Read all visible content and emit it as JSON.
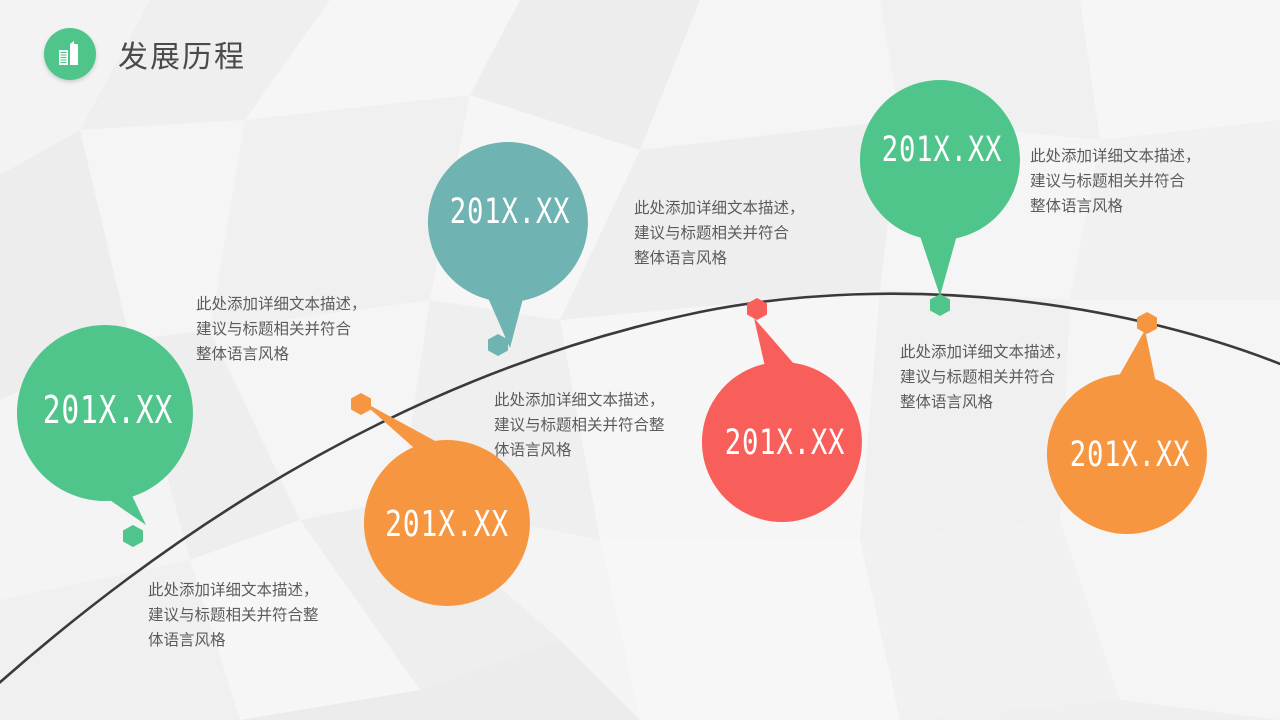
{
  "header": {
    "title": "发展历程",
    "icon": "building-chart-icon",
    "icon_bg": "#4fc58b"
  },
  "colors": {
    "green": "#4fc58b",
    "teal": "#6fb3b2",
    "red": "#f95f5a",
    "orange": "#f79640",
    "curve": "#3a3a3a",
    "text": "#5b5b5b",
    "background": "#f4f4f4"
  },
  "timeline": {
    "milestones": [
      {
        "id": "milestone-1",
        "label": "201X.XX",
        "color": "#4fc58b",
        "desc": "此处添加详细文本描述，\n建议与标题相关并符合\n整体语言风格"
      },
      {
        "id": "milestone-2",
        "label": "201X.XX",
        "color": "#f79640",
        "desc": "此处添加详细文本描述，\n建议与标题相关并符合整\n体语言风格"
      },
      {
        "id": "milestone-3",
        "label": "201X.XX",
        "color": "#6fb3b2",
        "desc": "此处添加详细文本描述，\n建议与标题相关并符合整\n体语言风格"
      },
      {
        "id": "milestone-4",
        "label": "201X.XX",
        "color": "#f95f5a",
        "desc": "此处添加详细文本描述，\n建议与标题相关并符合\n整体语言风格"
      },
      {
        "id": "milestone-5",
        "label": "201X.XX",
        "color": "#4fc58b",
        "desc": "此处添加详细文本描述，\n建议与标题相关并符合\n整体语言风格"
      },
      {
        "id": "milestone-6",
        "label": "201X.XX",
        "color": "#f79640",
        "desc": "此处添加详细文本描述，\n建议与标题相关并符合\n整体语言风格"
      }
    ]
  }
}
